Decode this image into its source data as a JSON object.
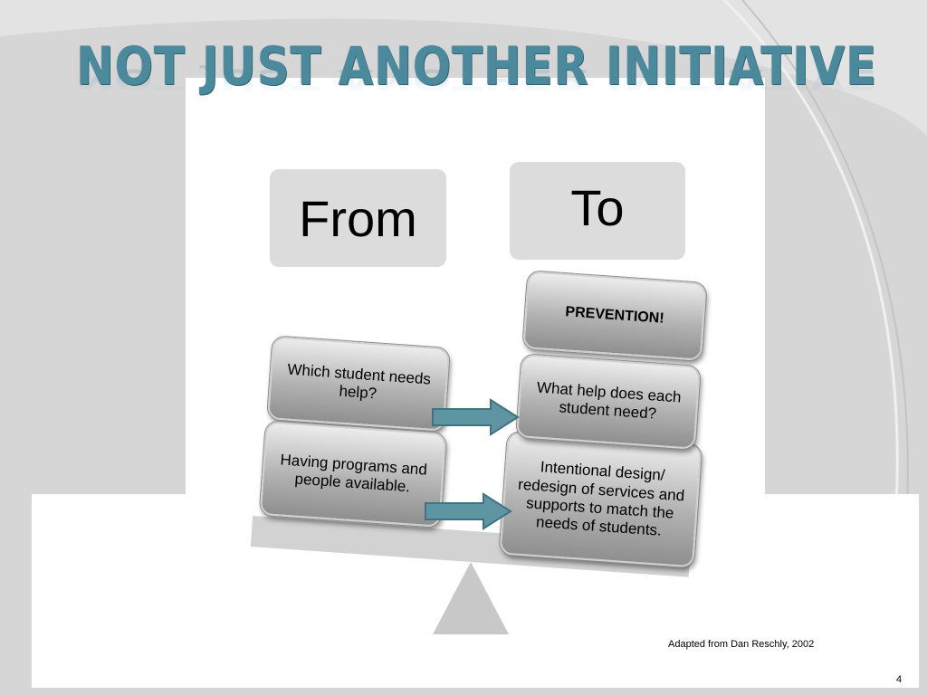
{
  "slide": {
    "title": "Not Just Another Initiative",
    "from_label": "From",
    "to_label": "To",
    "left_blocks": {
      "top": "Which student needs help?",
      "bottom": "Having programs and people available."
    },
    "right_blocks": {
      "top": "PREVENTION!",
      "middle": "What help does each student need?",
      "bottom": "Intentional design/ redesign of services and supports to match the needs of students."
    },
    "citation": "Adapted from Dan Reschly, 2002",
    "slide_number": "4"
  },
  "colors": {
    "title": "#4a8a9c",
    "arrow": "#5f95a3",
    "background": "#d6d6d6"
  }
}
